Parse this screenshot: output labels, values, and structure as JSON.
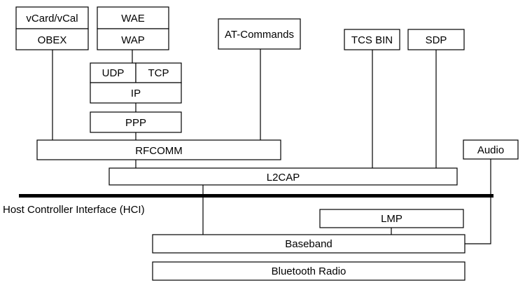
{
  "diagram": {
    "boxes": {
      "vcard": "vCard/vCal",
      "obex": "OBEX",
      "wae": "WAE",
      "wap": "WAP",
      "at_commands": "AT-Commands",
      "tcs_bin": "TCS BIN",
      "sdp": "SDP",
      "udp": "UDP",
      "tcp": "TCP",
      "ip": "IP",
      "ppp": "PPP",
      "rfcomm": "RFCOMM",
      "audio": "Audio",
      "l2cap": "L2CAP",
      "lmp": "LMP",
      "baseband": "Baseband",
      "bluetooth_radio": "Bluetooth Radio"
    },
    "hci_label": "Host Controller Interface (HCI)"
  }
}
